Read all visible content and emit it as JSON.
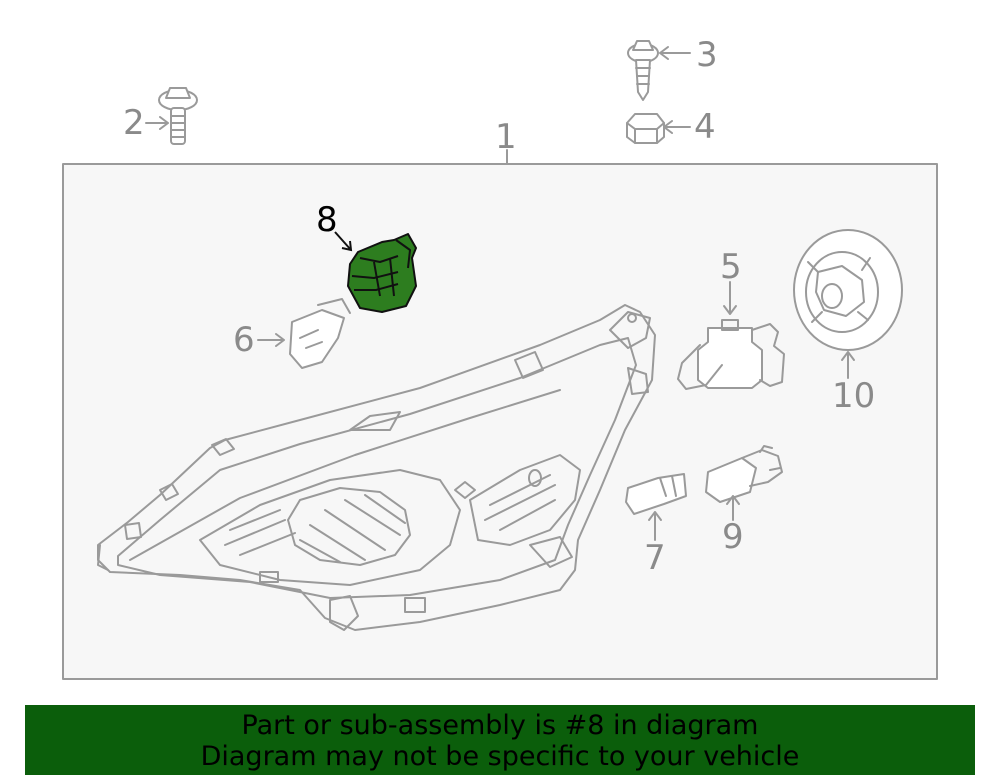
{
  "callouts": {
    "c1": "1",
    "c2": "2",
    "c3": "3",
    "c4": "4",
    "c5": "5",
    "c6": "6",
    "c7": "7",
    "c8": "8",
    "c9": "9",
    "c10": "10"
  },
  "highlight": {
    "part_number": "8",
    "color": "#2d7d1f"
  },
  "colors": {
    "line": "#9a9a9a",
    "frame_bg": "#f7f7f7",
    "banner_bg": "#0b5e0b"
  },
  "banner": {
    "line1": "Part or sub-assembly is #8 in diagram",
    "line2": "Diagram may not be specific to your vehicle"
  }
}
